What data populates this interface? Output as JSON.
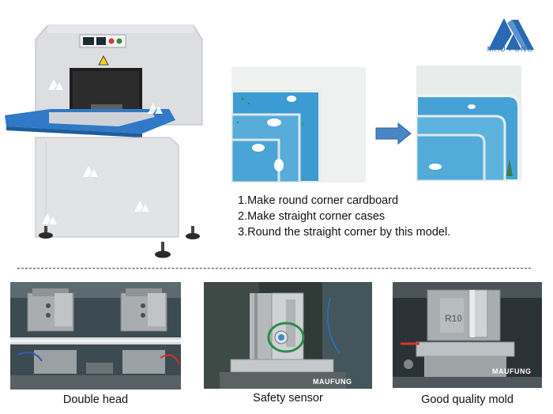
{
  "brand": {
    "logo_text": "MAU FUNG",
    "watermark": "MAUFUNG",
    "brand_color": "#2a69b3"
  },
  "steps": [
    "1.Make round corner cardboard",
    "2.Make straight corner cases",
    "3.Round the straight corner by this model."
  ],
  "photos": {
    "arrow_color": "#4a86c5",
    "before_icon": "square-corner-cases-photo",
    "after_icon": "rounded-corner-cases-photo"
  },
  "details": [
    {
      "caption": "Double head"
    },
    {
      "caption": "Safety sensor"
    },
    {
      "caption": "Good quality mold"
    }
  ],
  "mold_label": "R10"
}
